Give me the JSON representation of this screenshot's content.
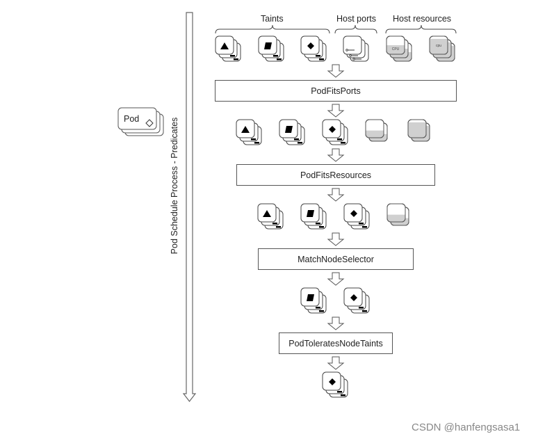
{
  "diagram": {
    "axis_label": "Pod Schedule Process - Predicates",
    "pod_label": "Pod",
    "groups": [
      {
        "label": "Taints"
      },
      {
        "label": "Host ports"
      },
      {
        "label": "Host resources"
      }
    ],
    "stages": [
      {
        "name": "PodFitsPorts"
      },
      {
        "name": "PodFitsResources"
      },
      {
        "name": "MatchNodeSelector"
      },
      {
        "name": "PodToleratesNodeTaints"
      }
    ],
    "node_rows": [
      [
        "taint-triangle",
        "taint-square",
        "taint-diamond",
        "host-port",
        "resource-cpu-upper",
        "resource-cpu-lower"
      ],
      [
        "taint-triangle",
        "taint-square",
        "taint-diamond",
        "resource-partial",
        "resource-full"
      ],
      [
        "taint-triangle",
        "taint-square",
        "taint-diamond",
        "resource-partial"
      ],
      [
        "taint-square",
        "taint-diamond"
      ],
      [
        "taint-diamond"
      ]
    ],
    "resource_labels": {
      "upper": "CPU",
      "lower": "cpu"
    }
  },
  "watermark": "CSDN @hanfengsasa1"
}
